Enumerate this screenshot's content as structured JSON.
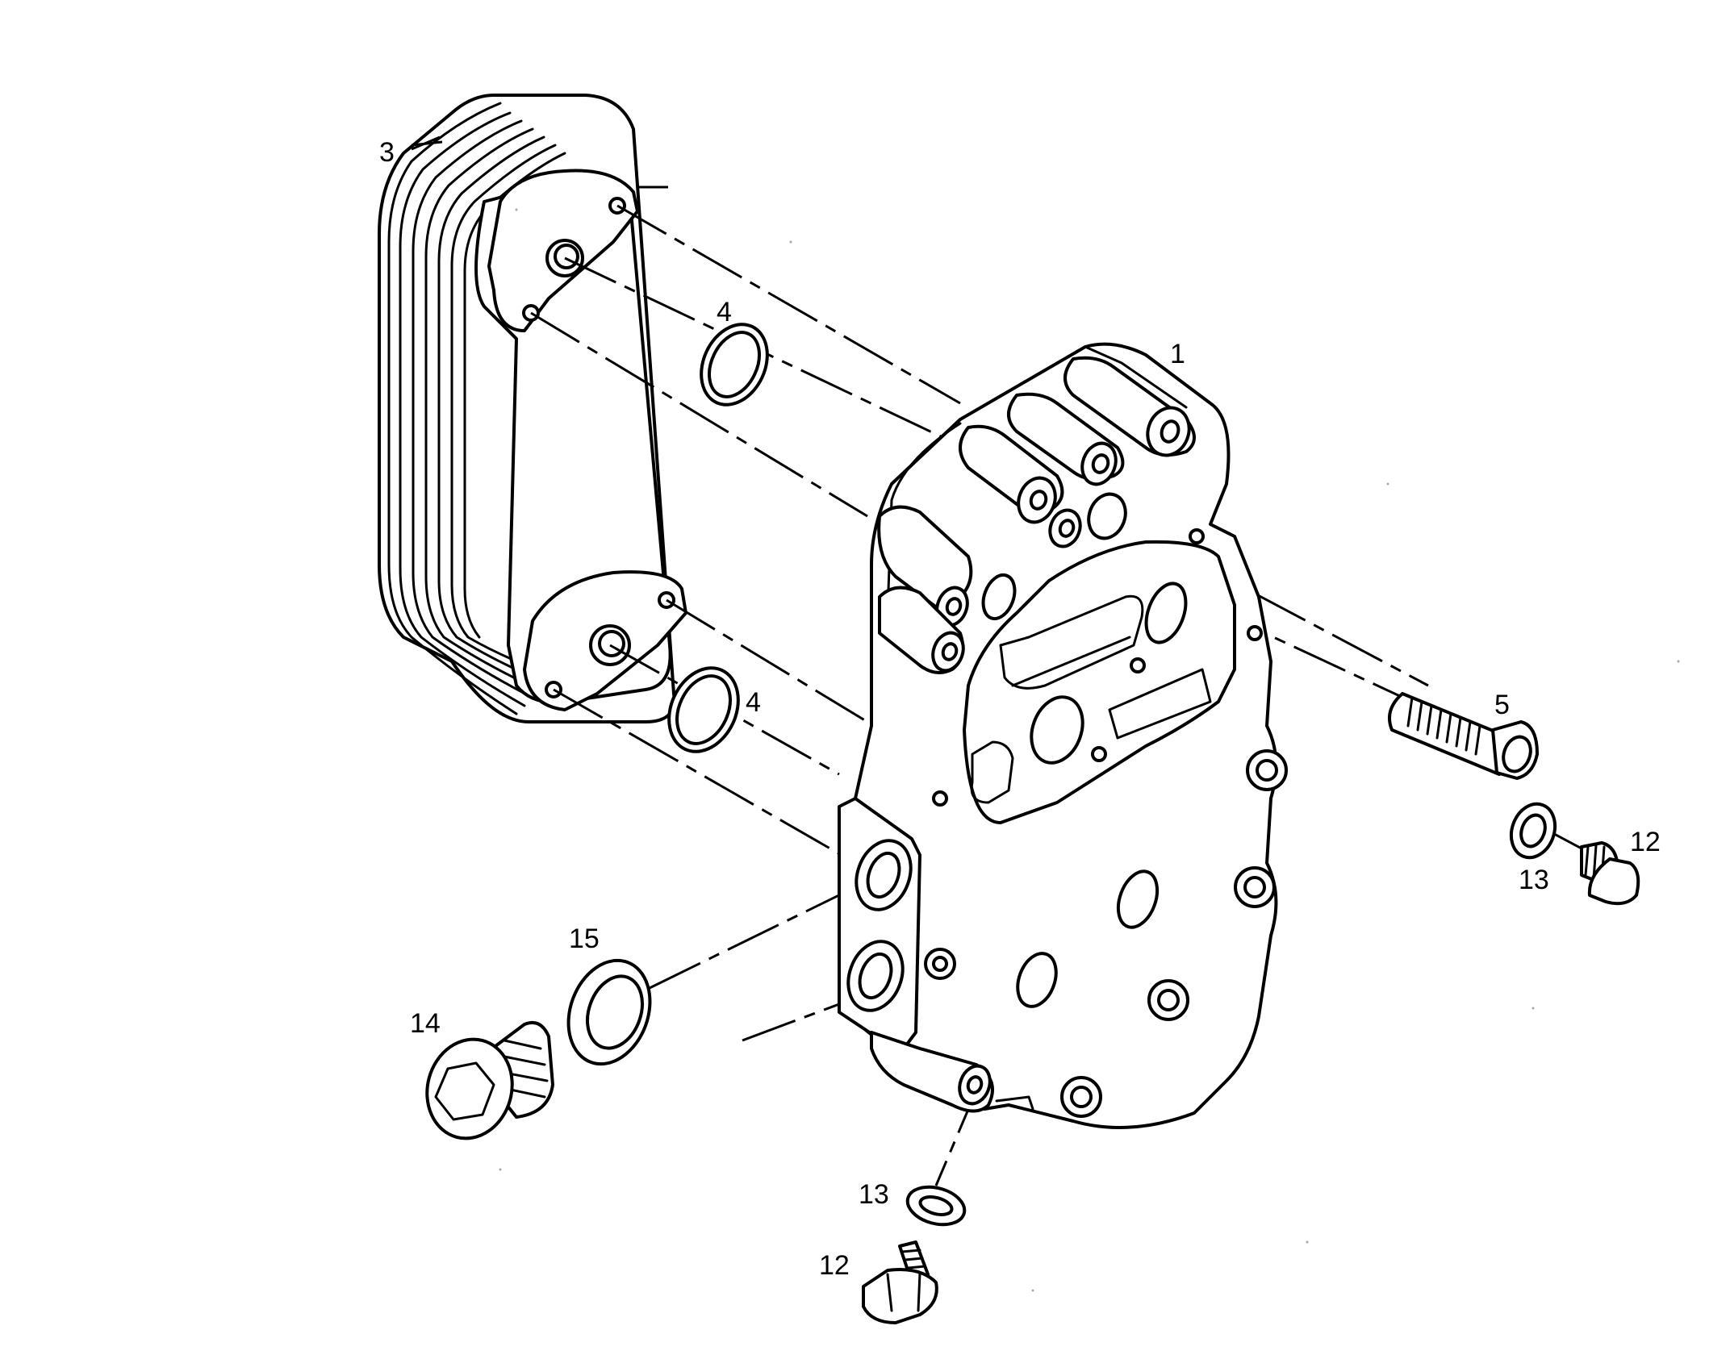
{
  "callouts": {
    "c1": "1",
    "c3": "3",
    "c4a": "4",
    "c4b": "4",
    "c5": "5",
    "c12a": "12",
    "c12b": "12",
    "c13a": "13",
    "c13b": "13",
    "c14": "14",
    "c15": "15"
  },
  "colors": {
    "ink": "#000000",
    "paper": "#ffffff"
  }
}
